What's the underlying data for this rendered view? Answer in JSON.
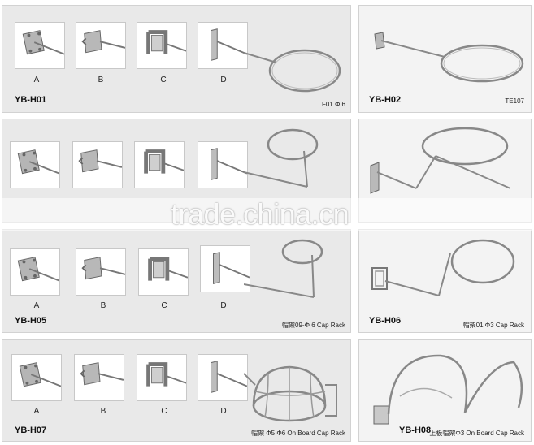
{
  "variant_labels": [
    "A",
    "B",
    "C",
    "D"
  ],
  "rows": [
    {
      "left": {
        "code": "YB-H01",
        "spec": "F01 Φ 6"
      },
      "right": {
        "code": "YB-H02",
        "spec": "TE107"
      }
    },
    {
      "left": {
        "code": "",
        "spec": ""
      },
      "right": {
        "code": "",
        "spec": ""
      }
    },
    {
      "left": {
        "code": "YB-H05",
        "spec": "帽架09-Φ 6      Cap Rack"
      },
      "right": {
        "code": "YB-H06",
        "spec": "帽架01   Φ3   Cap Rack"
      }
    },
    {
      "left": {
        "code": "YB-H07",
        "spec": "帽架 Φ5 Φ6  On Board Cap Rack"
      },
      "right": {
        "code": "YB-H08",
        "spec": "上板帽架Φ3 On Board Cap Rack"
      }
    }
  ],
  "watermark": "trade.china.cn",
  "colors": {
    "panel": "#e9e9e9",
    "metal": "#8a8a8a",
    "metal_dark": "#555555"
  },
  "icons": [
    "bracket-plate-icon",
    "slot-clip-icon",
    "gridwall-hook-icon",
    "slatwall-hook-icon",
    "ring-rack-icon",
    "cap-dome-rack-icon"
  ]
}
